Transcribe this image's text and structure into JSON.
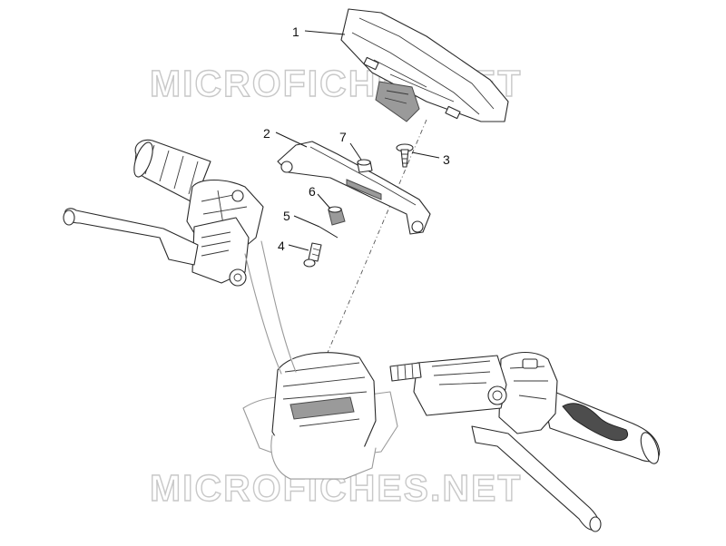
{
  "diagram": {
    "callouts": [
      "1",
      "2",
      "3",
      "4",
      "5",
      "6",
      "7"
    ],
    "watermark": "MICROFICHES.NET"
  }
}
